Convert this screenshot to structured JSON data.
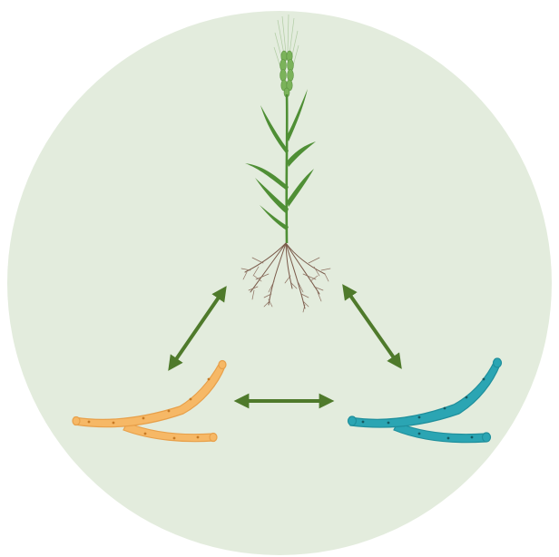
{
  "diagram": {
    "nodes": [
      {
        "id": "plant",
        "icon": "wheat-plant-icon"
      },
      {
        "id": "fungus-a",
        "icon": "hypha-icon",
        "color": "#f6b866"
      },
      {
        "id": "fungus-b",
        "icon": "hypha-icon",
        "color": "#2ba5b3"
      }
    ],
    "edges": [
      {
        "from": "plant",
        "to": "fungus-a",
        "type": "bidirectional"
      },
      {
        "from": "plant",
        "to": "fungus-b",
        "type": "bidirectional"
      },
      {
        "from": "fungus-a",
        "to": "fungus-b",
        "type": "bidirectional"
      }
    ],
    "colors": {
      "background_circle": "#e3ecdd",
      "arrow": "#4f7a2b",
      "stem": "#4f8f35",
      "spike": "#7bb35a",
      "root": "#7a5a4a"
    }
  }
}
